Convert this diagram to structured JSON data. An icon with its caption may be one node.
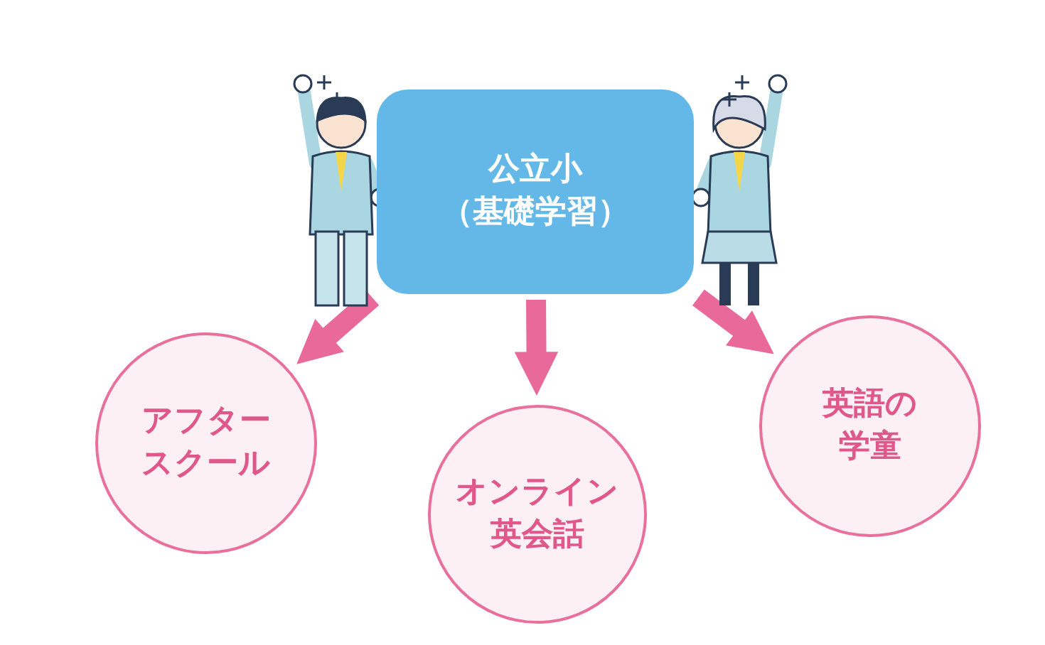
{
  "diagram": {
    "nodes": [
      {
        "text": [
          "公立小",
          "（基礎学習）"
        ]
      },
      {
        "text": [
          "アフタースクール"
        ]
      },
      {
        "text": [
          "オンライン英会話"
        ]
      },
      {
        "text": [
          "英語の学童"
        ]
      }
    ],
    "edges": [
      {
        "from": 0,
        "to": 1,
        "arrow": "to"
      },
      {
        "from": 0,
        "to": 2,
        "arrow": "to"
      },
      {
        "from": 0,
        "to": 3,
        "arrow": "to"
      }
    ]
  }
}
